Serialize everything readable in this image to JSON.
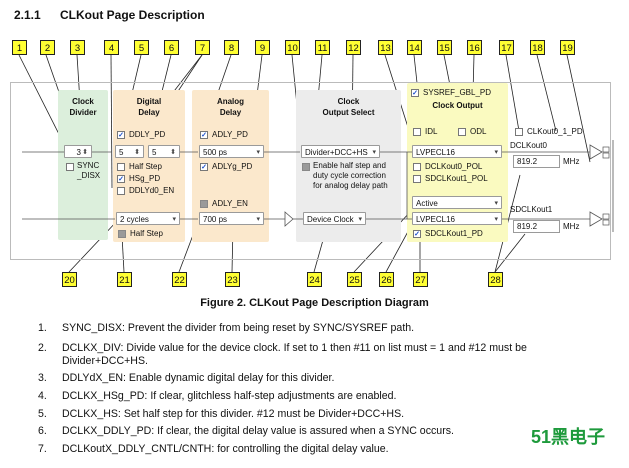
{
  "section": {
    "number": "2.1.1",
    "title": "CLKout Page Description"
  },
  "callouts": [
    "1",
    "2",
    "3",
    "4",
    "5",
    "6",
    "7",
    "8",
    "9",
    "10",
    "11",
    "12",
    "13",
    "14",
    "15",
    "16",
    "17",
    "18",
    "19"
  ],
  "callouts_bottom": [
    "20",
    "21",
    "22",
    "23",
    "24",
    "25",
    "26",
    "27",
    "28"
  ],
  "diagram": {
    "zones": {
      "clock_divider": "Clock\nDivider",
      "digital_delay": "Digital\nDelay",
      "analog_delay": "Analog\nDelay",
      "clock_output_select": "Clock\nOutput Select",
      "clock_output": "Clock Output"
    },
    "divider_value": "3",
    "sync_disx": "SYNC\n_DISX",
    "ddly_pd": "DDLY_PD",
    "digital_delay_a": "5",
    "digital_delay_b": "5",
    "half_step": "Half Step",
    "hsg_pd": "HSg_PD",
    "ddlyd0_en": "DDLYd0_EN",
    "adly_pd": "ADLY_PD",
    "analog_delay_value": "500 ps",
    "adlyg_pd": "ADLYg_PD",
    "adly_en": "ADLY_EN",
    "output_select_value": "Divider+DCC+HS",
    "enable_half_step_note": "Enable half step and\nduty cycle correction\nfor analog delay path",
    "sysref_gbl_pd": "SYSREF_GBL_PD",
    "idl": "IDL",
    "odl": "ODL",
    "clkout0_1_pd": "CLKout0_1_PD",
    "lvpecl_top": "LVPECL16",
    "dclkout0_pol": "DCLKout0_POL",
    "sdclkout1_pol": "SDCLKout1_POL",
    "dclkout0_label": "DCLKout0",
    "dclkout0_freq": "819.2",
    "mhz": "MHz",
    "sdclkout1_label": "SDCLKout1",
    "sdclkout1_freq": "819.2",
    "digital_delay_cycles": "2 cycles",
    "half_step_2": "Half Step",
    "analog_delay_2": "700 ps",
    "device_clock": "Device Clock",
    "active": "Active",
    "lvpecl_bottom": "LVPECL16",
    "sdclkout1_pd": "SDCLKout1_PD"
  },
  "figure_caption": "Figure 2. CLKout Page Description Diagram",
  "list": [
    {
      "idx": "1.",
      "text": "SYNC_DISX: Prevent the divider from being reset by SYNC/SYSREF path."
    },
    {
      "idx": "2.",
      "text": "DCLKX_DIV: Divide value for the device clock. If set to 1 then #11 on list must = 1 and #12 must be",
      "cont": "Divider+DCC+HS."
    },
    {
      "idx": "3.",
      "text": "DDLYdX_EN: Enable dynamic digital delay for this divider."
    },
    {
      "idx": "4.",
      "text": "DCLKX_HSg_PD: If clear, glitchless half-step adjustments are enabled."
    },
    {
      "idx": "5.",
      "text": "DCLKX_HS: Set half step for this divider. #12 must be Divider+DCC+HS."
    },
    {
      "idx": "6.",
      "text": "DCLKX_DDLY_PD: If clear, the digital delay value is assured when a SYNC occurs."
    },
    {
      "idx": "7.",
      "text": "DCLKoutX_DDLY_CNTL/CNTH: for controlling the digital delay value."
    }
  ],
  "watermark": "51黑电子"
}
